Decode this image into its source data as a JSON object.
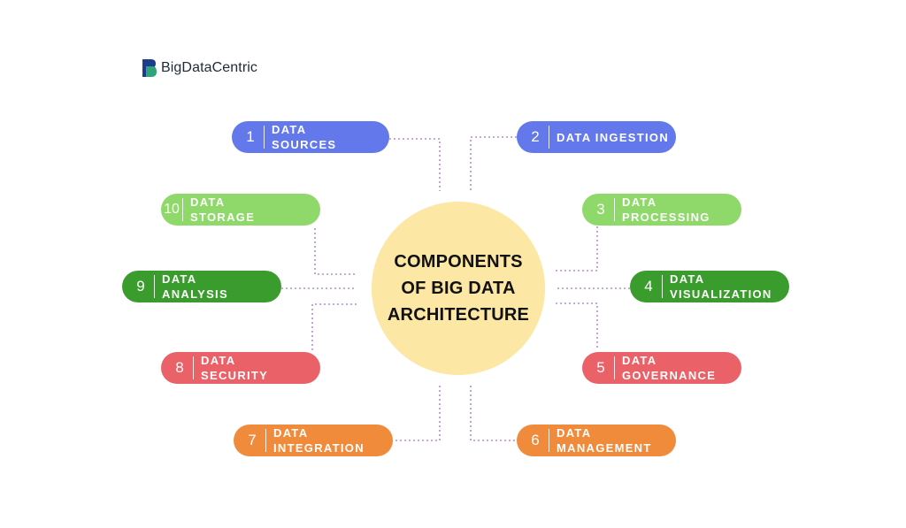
{
  "brand": {
    "name": "BigDataCentric",
    "logo_icon": "bigdatacentric-logo-icon"
  },
  "hub": {
    "title": "COMPONENTS OF BIG DATA ARCHITECTURE"
  },
  "components": [
    {
      "number": "1",
      "label": "DATA\nSOURCES",
      "color": "#6378ea"
    },
    {
      "number": "2",
      "label": "DATA INGESTION",
      "color": "#6378ea"
    },
    {
      "number": "3",
      "label": "DATA\nPROCESSING",
      "color": "#8ed96a"
    },
    {
      "number": "4",
      "label": "DATA\nVISUALIZATION",
      "color": "#3a9c2c"
    },
    {
      "number": "5",
      "label": "DATA\nGOVERNANCE",
      "color": "#ea6168"
    },
    {
      "number": "6",
      "label": "DATA\nMANAGEMENT",
      "color": "#f08b3c"
    },
    {
      "number": "7",
      "label": "DATA\nINTEGRATION",
      "color": "#f08b3c"
    },
    {
      "number": "8",
      "label": "DATA\nSECURITY",
      "color": "#ea6168"
    },
    {
      "number": "9",
      "label": "DATA\nANALYSIS",
      "color": "#3a9c2c"
    },
    {
      "number": "10",
      "label": "DATA\nSTORAGE",
      "color": "#8ed96a"
    }
  ]
}
